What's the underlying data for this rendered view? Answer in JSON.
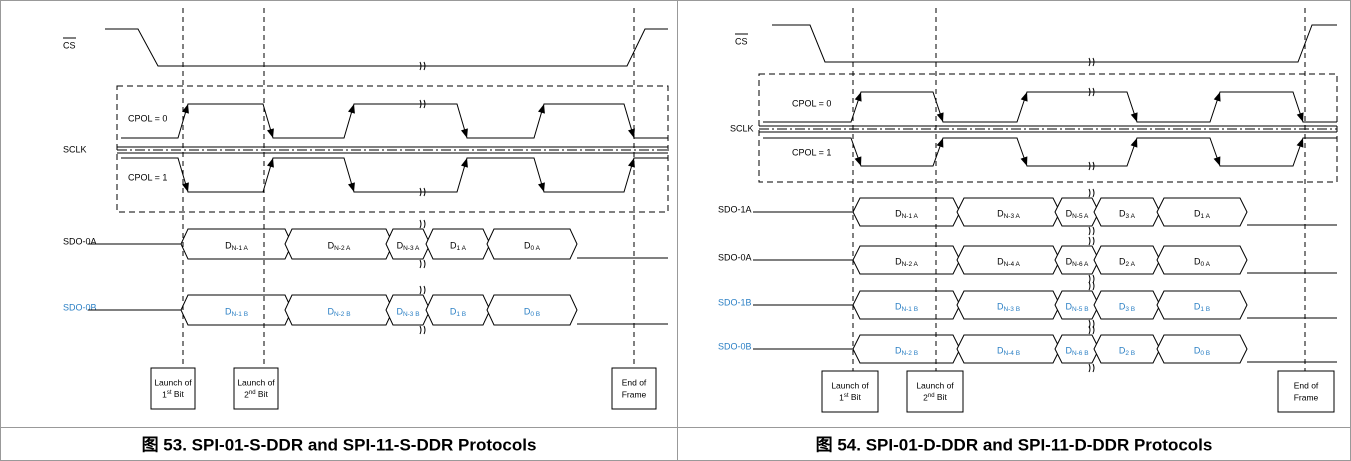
{
  "colors": {
    "line": "#000000",
    "blue": "#2a7fc4",
    "border": "#999999"
  },
  "left": {
    "caption": "图 53. SPI-01-S-DDR and SPI-11-S-DDR Protocols",
    "cs": "CS",
    "sclk": "SCLK",
    "cpol0": "CPOL = 0",
    "cpol1": "CPOL = 1",
    "rows": [
      {
        "label": "SDO-0A",
        "blue": false,
        "cells": [
          {
            "main": "D",
            "sub": "N-1 A"
          },
          {
            "main": "D",
            "sub": "N-2 A"
          },
          {
            "main": "D",
            "sub": "N-3 A"
          },
          {
            "main": "D",
            "sub": "1 A"
          },
          {
            "main": "D",
            "sub": "0 A"
          }
        ]
      },
      {
        "label": "SDO-0B",
        "blue": true,
        "cells": [
          {
            "main": "D",
            "sub": "N-1 B"
          },
          {
            "main": "D",
            "sub": "N-2 B"
          },
          {
            "main": "D",
            "sub": "N-3 B"
          },
          {
            "main": "D",
            "sub": "1 B"
          },
          {
            "main": "D",
            "sub": "0 B"
          }
        ]
      }
    ],
    "markers": [
      {
        "l1": "Launch of",
        "n": "1",
        "sup": "st",
        "rest": " Bit"
      },
      {
        "l1": "Launch of",
        "n": "2",
        "sup": "nd",
        "rest": " Bit"
      },
      {
        "l1": "End of",
        "n": "Frame",
        "sup": "",
        "rest": ""
      }
    ]
  },
  "right": {
    "caption": "图 54. SPI-01-D-DDR and SPI-11-D-DDR Protocols",
    "cs": "CS",
    "sclk": "SCLK",
    "cpol0": "CPOL = 0",
    "cpol1": "CPOL = 1",
    "rows": [
      {
        "label": "SDO-1A",
        "blue": false,
        "cells": [
          {
            "main": "D",
            "sub": "N-1 A"
          },
          {
            "main": "D",
            "sub": "N-3 A"
          },
          {
            "main": "D",
            "sub": "N-5 A"
          },
          {
            "main": "D",
            "sub": "3 A"
          },
          {
            "main": "D",
            "sub": "1 A"
          }
        ]
      },
      {
        "label": "SDO-0A",
        "blue": false,
        "cells": [
          {
            "main": "D",
            "sub": "N-2 A"
          },
          {
            "main": "D",
            "sub": "N-4 A"
          },
          {
            "main": "D",
            "sub": "N-6 A"
          },
          {
            "main": "D",
            "sub": "2 A"
          },
          {
            "main": "D",
            "sub": "0 A"
          }
        ]
      },
      {
        "label": "SDO-1B",
        "blue": true,
        "cells": [
          {
            "main": "D",
            "sub": "N-1 B"
          },
          {
            "main": "D",
            "sub": "N-3 B"
          },
          {
            "main": "D",
            "sub": "N-5 B"
          },
          {
            "main": "D",
            "sub": "3 B"
          },
          {
            "main": "D",
            "sub": "1 B"
          }
        ]
      },
      {
        "label": "SDO-0B",
        "blue": true,
        "cells": [
          {
            "main": "D",
            "sub": "N-2 B"
          },
          {
            "main": "D",
            "sub": "N-4 B"
          },
          {
            "main": "D",
            "sub": "N-6 B"
          },
          {
            "main": "D",
            "sub": "2 B"
          },
          {
            "main": "D",
            "sub": "0 B"
          }
        ]
      }
    ],
    "markers": [
      {
        "l1": "Launch of",
        "n": "1",
        "sup": "st",
        "rest": " Bit"
      },
      {
        "l1": "Launch of",
        "n": "2",
        "sup": "nd",
        "rest": " Bit"
      },
      {
        "l1": "End of",
        "n": "Frame",
        "sup": "",
        "rest": ""
      }
    ]
  }
}
